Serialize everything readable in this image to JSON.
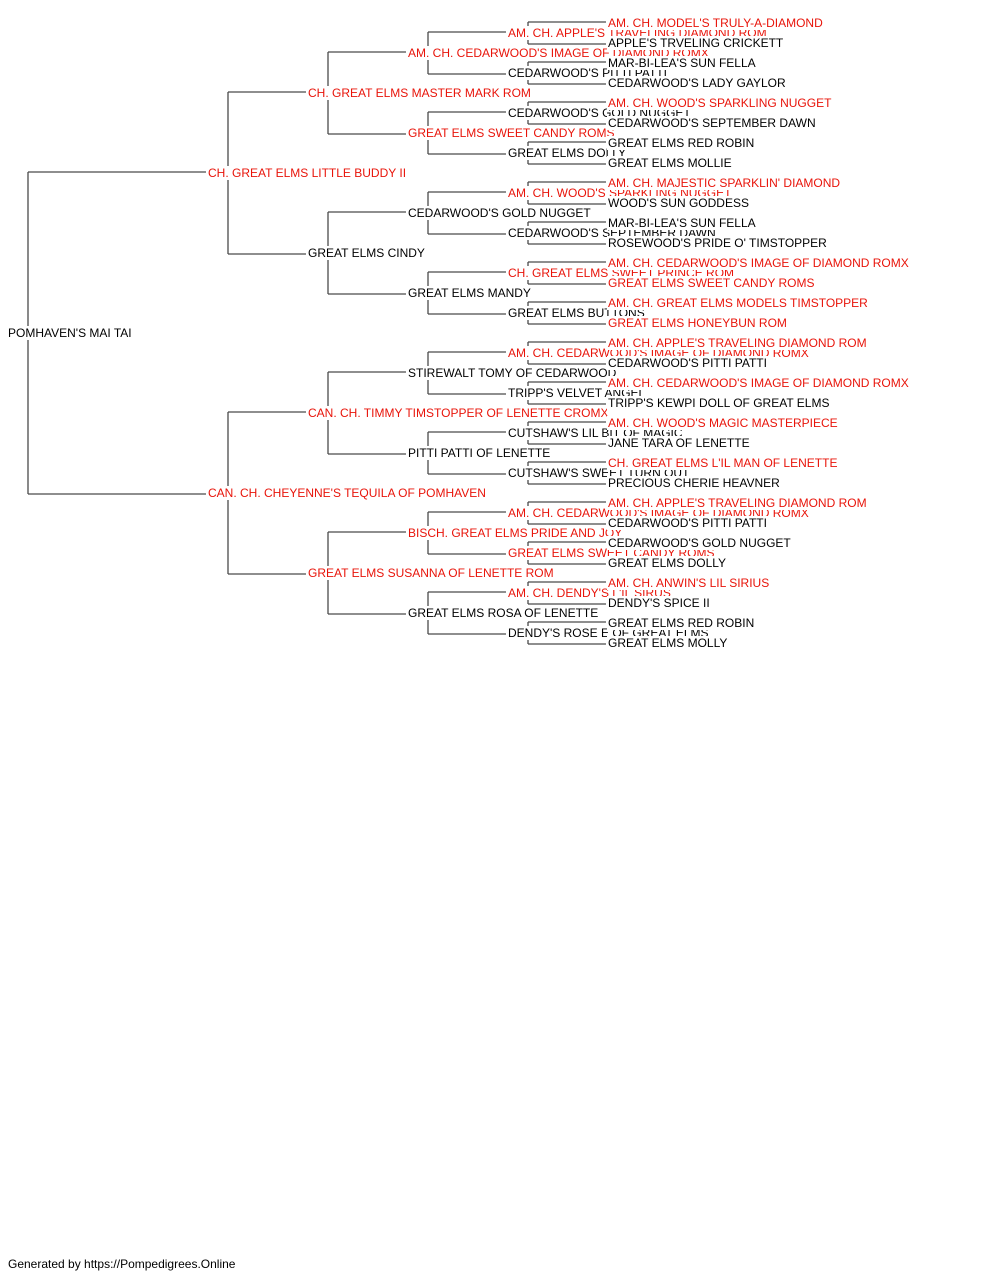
{
  "colors": {
    "champion": "#e8140a",
    "normal": "#000000",
    "line": "#4a4a4a"
  },
  "pedigree": {
    "subject": {
      "name": "POMHAVEN'S MAI TAI",
      "champion": false
    },
    "ancestors": [
      {
        "name": "CH. GREAT ELMS LITTLE BUDDY II",
        "champion": true
      },
      {
        "name": "CAN. CH. CHEYENNE'S TEQUILA OF POMHAVEN",
        "champion": true
      },
      {
        "name": "CH. GREAT ELMS MASTER MARK ROM",
        "champion": true
      },
      {
        "name": "GREAT ELMS CINDY",
        "champion": false
      },
      {
        "name": "CAN. CH. TIMMY TIMSTOPPER OF LENETTE CROMX",
        "champion": true
      },
      {
        "name": "GREAT ELMS SUSANNA OF LENETTE ROM",
        "champion": true
      },
      {
        "name": "AM. CH. CEDARWOOD'S IMAGE OF DIAMOND ROMX",
        "champion": true
      },
      {
        "name": "GREAT ELMS SWEET CANDY ROMS",
        "champion": true
      },
      {
        "name": "CEDARWOOD'S GOLD NUGGET",
        "champion": false
      },
      {
        "name": "GREAT ELMS MANDY",
        "champion": false
      },
      {
        "name": "STIREWALT TOMY OF CEDARWOOD",
        "champion": false
      },
      {
        "name": "PITTI PATTI OF LENETTE",
        "champion": false
      },
      {
        "name": "BISCH. GREAT ELMS PRIDE AND JOY",
        "champion": true
      },
      {
        "name": "GREAT ELMS ROSA OF LENETTE",
        "champion": false
      },
      {
        "name": "AM. CH. APPLE'S TRAVELING DIAMOND ROM",
        "champion": true
      },
      {
        "name": "CEDARWOOD'S PITTI PATTI",
        "champion": false
      },
      {
        "name": "CEDARWOOD'S GOLD NUGGET",
        "champion": false
      },
      {
        "name": "GREAT ELMS DOLLY",
        "champion": false
      },
      {
        "name": "AM. CH. WOOD'S SPARKLING NUGGET",
        "champion": true
      },
      {
        "name": "CEDARWOOD'S SEPTEMBER DAWN",
        "champion": false
      },
      {
        "name": "CH. GREAT ELMS SWEET PRINCE ROM",
        "champion": true
      },
      {
        "name": "GREAT ELMS BUTTONS",
        "champion": false
      },
      {
        "name": "AM. CH. CEDARWOOD'S IMAGE OF DIAMOND ROMX",
        "champion": true
      },
      {
        "name": "TRIPP'S VELVET ANGEL",
        "champion": false
      },
      {
        "name": "CUTSHAW'S LIL BIT OF MAGIC",
        "champion": false
      },
      {
        "name": "CUTSHAW'S SWEET TURN OUT",
        "champion": false
      },
      {
        "name": "AM. CH. CEDARWOOD'S IMAGE OF DIAMOND ROMX",
        "champion": true
      },
      {
        "name": "GREAT ELMS SWEET CANDY ROMS",
        "champion": true
      },
      {
        "name": "AM. CH. DENDY'S L'IL SIRUS",
        "champion": true
      },
      {
        "name": "DENDY'S ROSE E OF GREAT ELMS",
        "champion": false
      },
      {
        "name": "AM. CH. MODEL'S TRULY-A-DIAMOND",
        "champion": true
      },
      {
        "name": "APPLE'S TRVELING CRICKETT",
        "champion": false
      },
      {
        "name": "MAR-BI-LEA'S SUN FELLA",
        "champion": false
      },
      {
        "name": "CEDARWOOD'S LADY GAYLOR",
        "champion": false
      },
      {
        "name": "AM. CH. WOOD'S SPARKLING NUGGET",
        "champion": true
      },
      {
        "name": "CEDARWOOD'S SEPTEMBER DAWN",
        "champion": false
      },
      {
        "name": "GREAT ELMS RED ROBIN",
        "champion": false
      },
      {
        "name": "GREAT ELMS MOLLIE",
        "champion": false
      },
      {
        "name": "AM. CH. MAJESTIC SPARKLIN' DIAMOND",
        "champion": true
      },
      {
        "name": "WOOD'S SUN GODDESS",
        "champion": false
      },
      {
        "name": "MAR-BI-LEA'S SUN FELLA",
        "champion": false
      },
      {
        "name": "ROSEWOOD'S PRIDE O' TIMSTOPPER",
        "champion": false
      },
      {
        "name": "AM. CH. CEDARWOOD'S IMAGE OF DIAMOND ROMX",
        "champion": true
      },
      {
        "name": "GREAT ELMS SWEET CANDY ROMS",
        "champion": true
      },
      {
        "name": "AM. CH. GREAT ELMS MODELS TIMSTOPPER",
        "champion": true
      },
      {
        "name": "GREAT ELMS HONEYBUN ROM",
        "champion": true
      },
      {
        "name": "AM. CH. APPLE'S TRAVELING DIAMOND ROM",
        "champion": true
      },
      {
        "name": "CEDARWOOD'S PITTI PATTI",
        "champion": false
      },
      {
        "name": "AM. CH. CEDARWOOD'S IMAGE OF DIAMOND ROMX",
        "champion": true
      },
      {
        "name": "TRIPP'S KEWPI DOLL OF GREAT ELMS",
        "champion": false
      },
      {
        "name": "AM. CH. WOOD'S MAGIC MASTERPIECE",
        "champion": true
      },
      {
        "name": "JANE TARA OF LENETTE",
        "champion": false
      },
      {
        "name": "CH. GREAT ELMS L'IL MAN OF LENETTE",
        "champion": true
      },
      {
        "name": "PRECIOUS CHERIE HEAVNER",
        "champion": false
      },
      {
        "name": "AM. CH. APPLE'S TRAVELING DIAMOND ROM",
        "champion": true
      },
      {
        "name": "CEDARWOOD'S PITTI PATTI",
        "champion": false
      },
      {
        "name": "CEDARWOOD'S GOLD NUGGET",
        "champion": false
      },
      {
        "name": "GREAT ELMS DOLLY",
        "champion": false
      },
      {
        "name": "AM. CH. ANWIN'S LIL SIRIUS",
        "champion": true
      },
      {
        "name": "DENDY'S SPICE II",
        "champion": false
      },
      {
        "name": "GREAT ELMS RED ROBIN",
        "champion": false
      },
      {
        "name": "GREAT ELMS MOLLY",
        "champion": false
      }
    ]
  },
  "footer": "Generated by https://Pompedigrees.Online"
}
